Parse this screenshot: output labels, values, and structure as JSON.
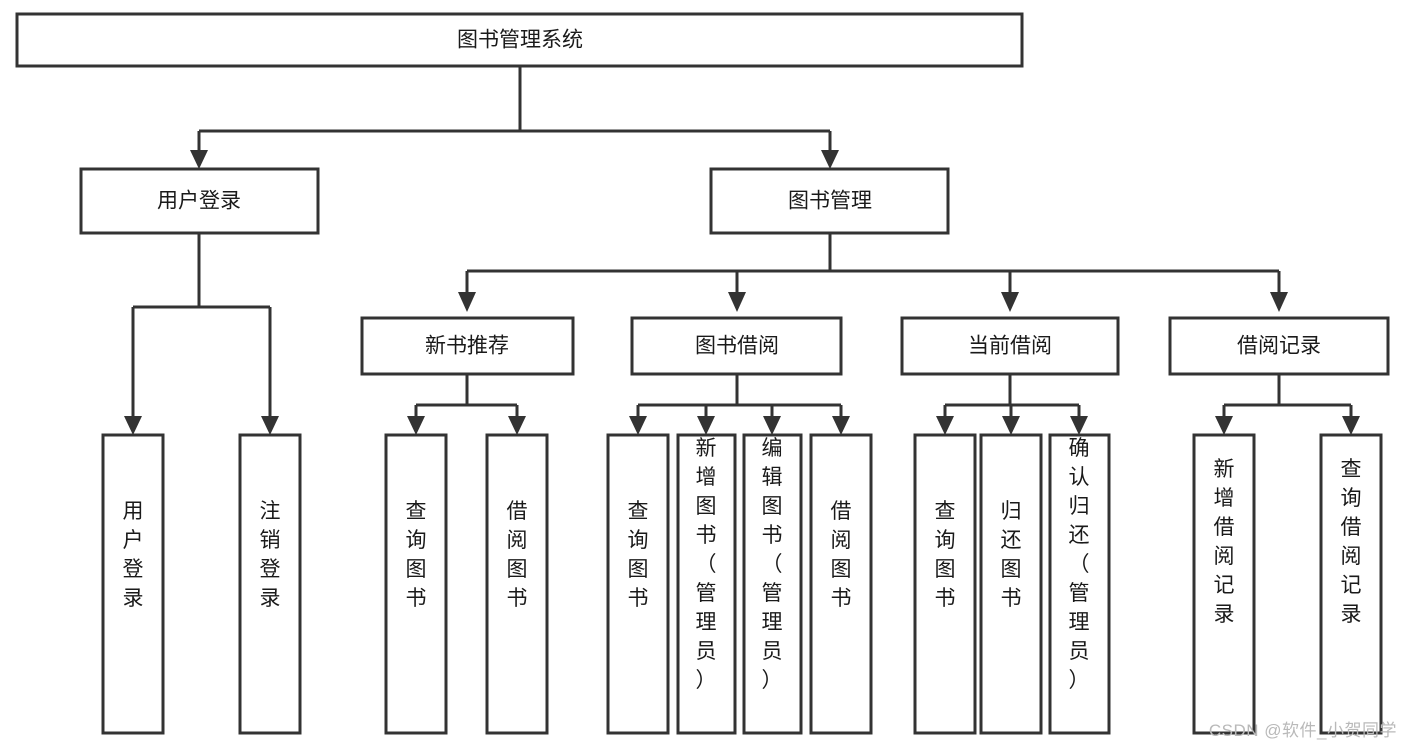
{
  "diagram": {
    "type": "tree",
    "title": "图书管理系统",
    "watermark": "CSDN @软件_小贺同学",
    "colors": {
      "stroke": "#333333",
      "fill": "#ffffff",
      "text": "#1a1a1a",
      "watermark": "#b9b9b9",
      "background": "#ffffff"
    },
    "levels": {
      "root": {
        "label": "图书管理系统"
      },
      "level2": [
        {
          "label": "用户登录"
        },
        {
          "label": "图书管理"
        }
      ],
      "level3": [
        {
          "label": "新书推荐"
        },
        {
          "label": "图书借阅"
        },
        {
          "label": "当前借阅"
        },
        {
          "label": "借阅记录"
        }
      ],
      "leaves": [
        {
          "label": "用户登录",
          "parent": "用户登录"
        },
        {
          "label": "注销登录",
          "parent": "用户登录"
        },
        {
          "label": "查询图书",
          "parent": "新书推荐"
        },
        {
          "label": "借阅图书",
          "parent": "新书推荐"
        },
        {
          "label": "查询图书",
          "parent": "图书借阅"
        },
        {
          "label": "新增图书（管理员）",
          "parent": "图书借阅"
        },
        {
          "label": "编辑图书（管理员）",
          "parent": "图书借阅"
        },
        {
          "label": "借阅图书",
          "parent": "图书借阅"
        },
        {
          "label": "查询图书",
          "parent": "当前借阅"
        },
        {
          "label": "归还图书",
          "parent": "当前借阅"
        },
        {
          "label": "确认归还（管理员）",
          "parent": "当前借阅"
        },
        {
          "label": "新增借阅记录",
          "parent": "借阅记录"
        },
        {
          "label": "查询借阅记录",
          "parent": "借阅记录"
        }
      ]
    }
  }
}
